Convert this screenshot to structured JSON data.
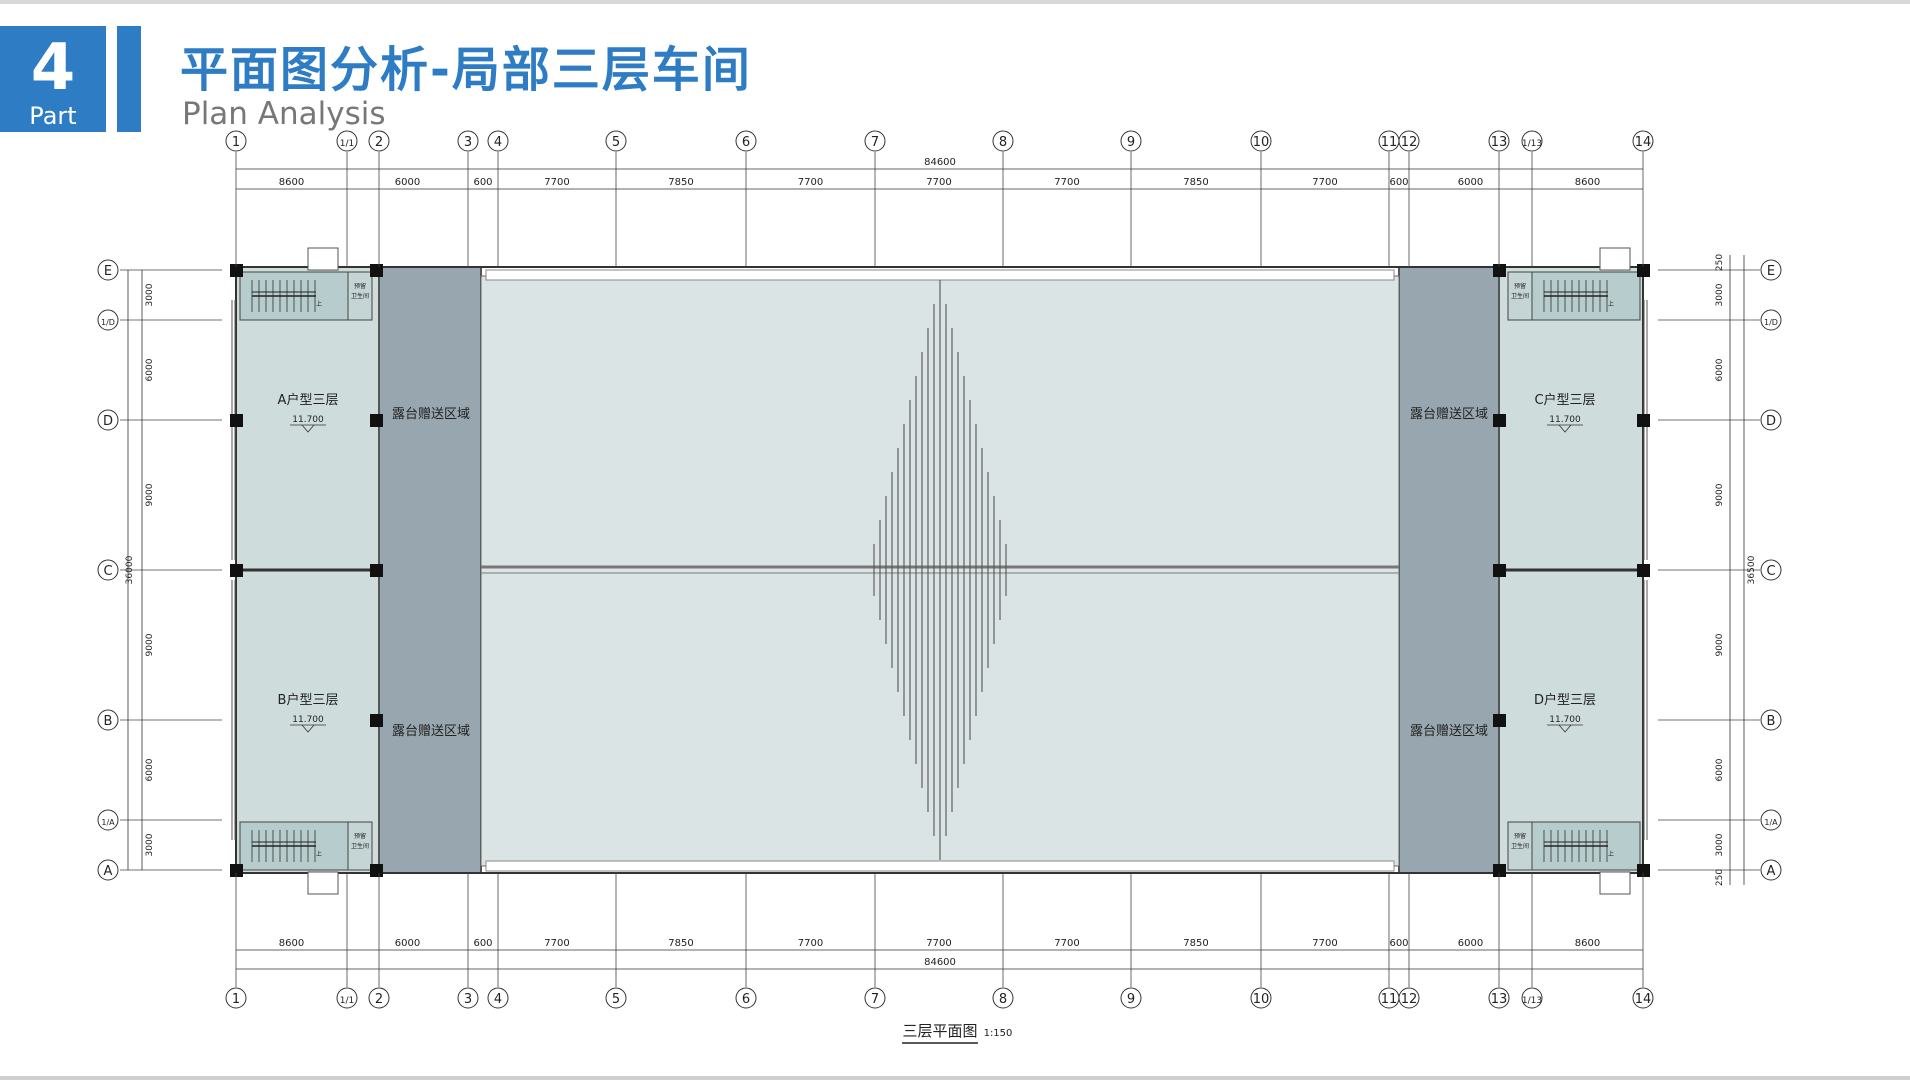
{
  "header": {
    "part_number": "4",
    "part_label": "Part",
    "title": "平面图分析-局部三层车间",
    "subtitle": "Plan Analysis"
  },
  "plan": {
    "column_axes": [
      "1",
      "1/1",
      "2",
      "3",
      "4",
      "5",
      "6",
      "7",
      "8",
      "9",
      "10",
      "11",
      "12",
      "13",
      "1/13",
      "14"
    ],
    "row_axes": [
      "E",
      "1/D",
      "D",
      "C",
      "B",
      "1/A",
      "A"
    ],
    "total_width_dim": "84600",
    "top_dims": [
      "8600",
      "6000",
      "600",
      "7700",
      "7850",
      "7700",
      "7700",
      "7700",
      "7850",
      "7700",
      "600",
      "6000",
      "8600"
    ],
    "bottom_dims": [
      "8600",
      "6000",
      "600",
      "7700",
      "7850",
      "7700",
      "7700",
      "7700",
      "7850",
      "7700",
      "600",
      "6000",
      "8600"
    ],
    "left_dims": [
      "3000",
      "6000",
      "9000",
      "9000",
      "6000",
      "3000"
    ],
    "left_total": "36000",
    "right_dims": [
      "250",
      "3000",
      "6000",
      "9000",
      "9000",
      "6000",
      "3000",
      "250"
    ],
    "right_total": "36500",
    "rooms": [
      {
        "label": "A户型三层",
        "elevation": "11.700"
      },
      {
        "label": "B户型三层",
        "elevation": "11.700"
      },
      {
        "label": "C户型三层",
        "elevation": "11.700"
      },
      {
        "label": "D户型三层",
        "elevation": "11.700"
      }
    ],
    "terrace_label": "露台赠送区域",
    "wc_label_1": "预留",
    "wc_label_2": "卫生间",
    "stair_up": "上",
    "drawing_title": "三层平面图",
    "scale": "1:150"
  },
  "colors": {
    "brand_blue": "#2d7cc4",
    "room_fill": "#cfdcdc",
    "terrace_fill": "#98a7af",
    "central_fill": "#dbe4e4"
  }
}
